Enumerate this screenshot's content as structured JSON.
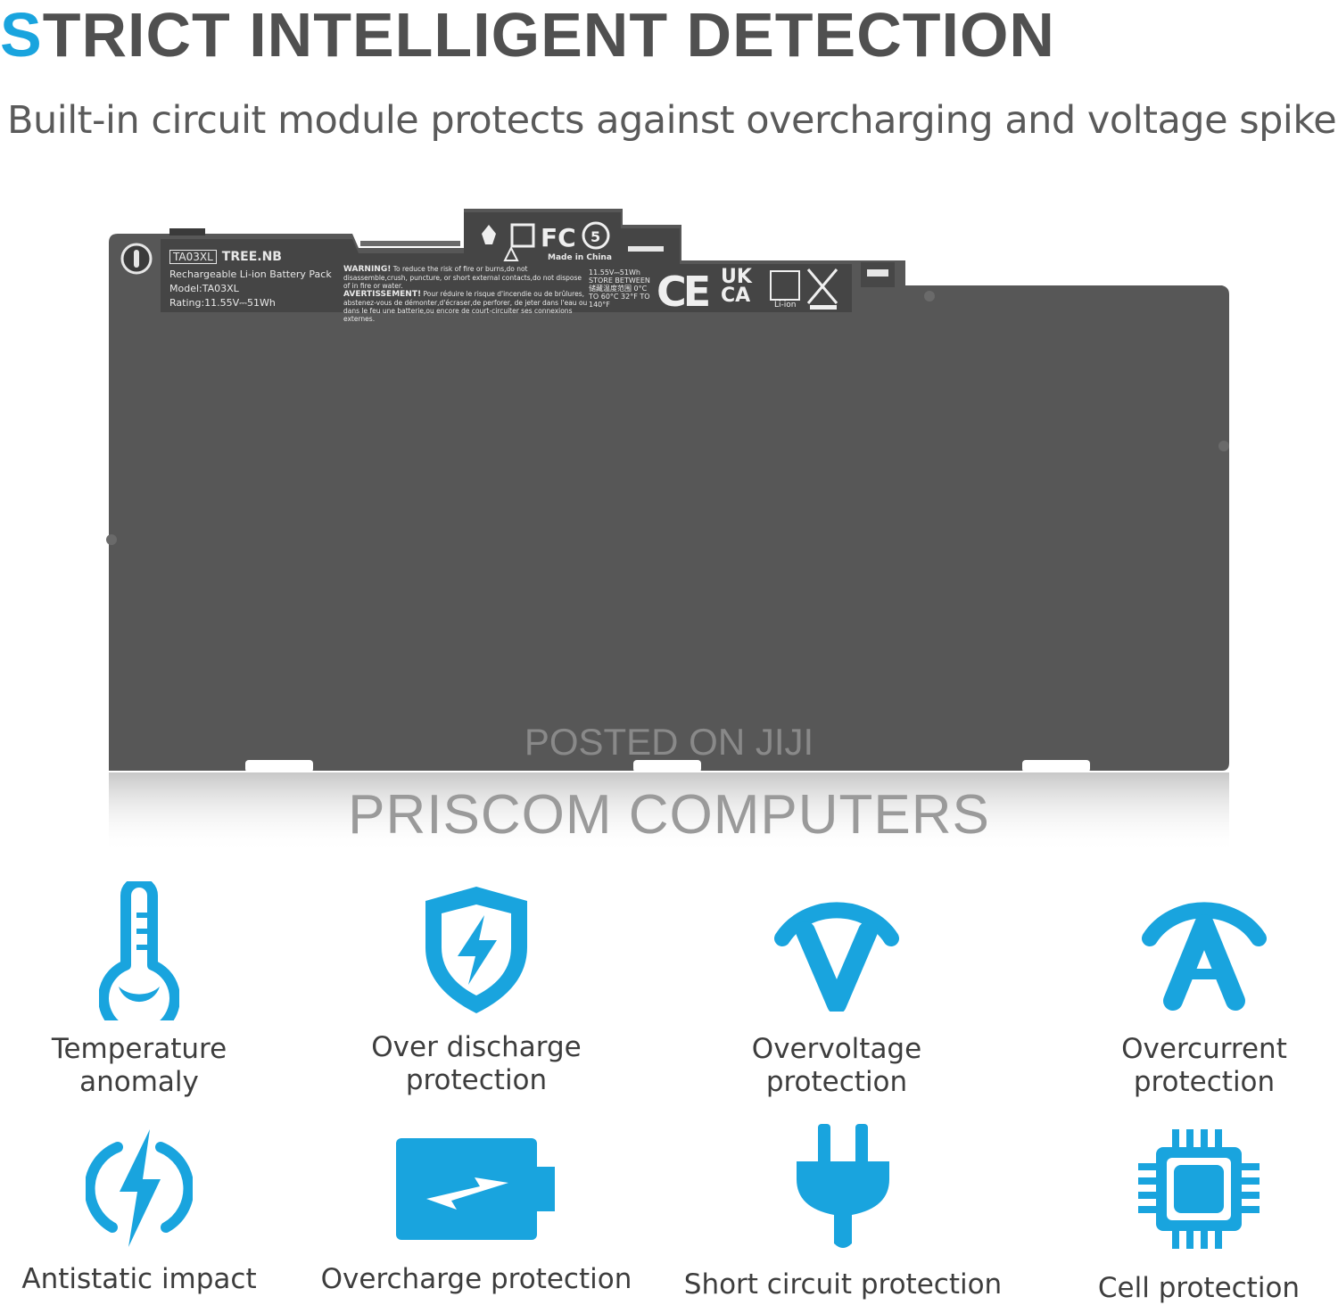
{
  "header": {
    "title_first": "S",
    "title_rest": "TRICT INTELLIGENT DETECTION",
    "subtitle": "Built-in circuit module protects against overcharging and voltage spikes."
  },
  "battery": {
    "label_box": "TA03XL",
    "brand": "TREE.NB",
    "type": "Rechargeable Li-ion Battery Pack",
    "model": "Model:TA03XL",
    "rating": "Rating:11.55V⎓51Wh",
    "warning_title": "WARNING!",
    "warning_text": "To reduce the risk of fire or burns,do not disassemble,crush, puncture, or short external contacts,do not dispose of in fire or water.",
    "avert_title": "AVERTISSEMENT!",
    "avert_text": "Pour réduire le risque d'incendie ou de brûlures, abstenez-vous de démonter,d'écraser,de perforer, de jeter dans l'eau ou dans le feu une batterie,ou encore de court-circuiter ses connexions externes.",
    "made_in": "Made in China",
    "rating_small": "11.55V⎓51Wh STORE BETWEEN 储藏温度范围 0°C TO 60°C 32°F TO 140°F",
    "ce_mark": "CE",
    "ukca_line1": "UK",
    "ukca_line2": "CA",
    "liion": "Li-ion"
  },
  "watermarks": {
    "posted": "POSTED ON JIJI",
    "seller": "PRISCOM COMPUTERS"
  },
  "accent_color": "#19a4de",
  "features": [
    {
      "icon": "thermometer-icon",
      "label_line1": "Temperature",
      "label_line2": "anomaly"
    },
    {
      "icon": "shield-bolt-icon",
      "label_line1": "Over discharge",
      "label_line2": "protection"
    },
    {
      "icon": "voltage-gauge-icon",
      "label_line1": "Overvoltage",
      "label_line2": "protection"
    },
    {
      "icon": "current-gauge-icon",
      "label_line1": "Overcurrent",
      "label_line2": "protection"
    },
    {
      "icon": "antistatic-icon",
      "label_line1": "Antistatic impact"
    },
    {
      "icon": "battery-charge-icon",
      "label_line1": "Overcharge protection"
    },
    {
      "icon": "plug-icon",
      "label_line1": "Short circuit protection"
    },
    {
      "icon": "chip-icon",
      "label_line1": "Cell protection"
    }
  ]
}
